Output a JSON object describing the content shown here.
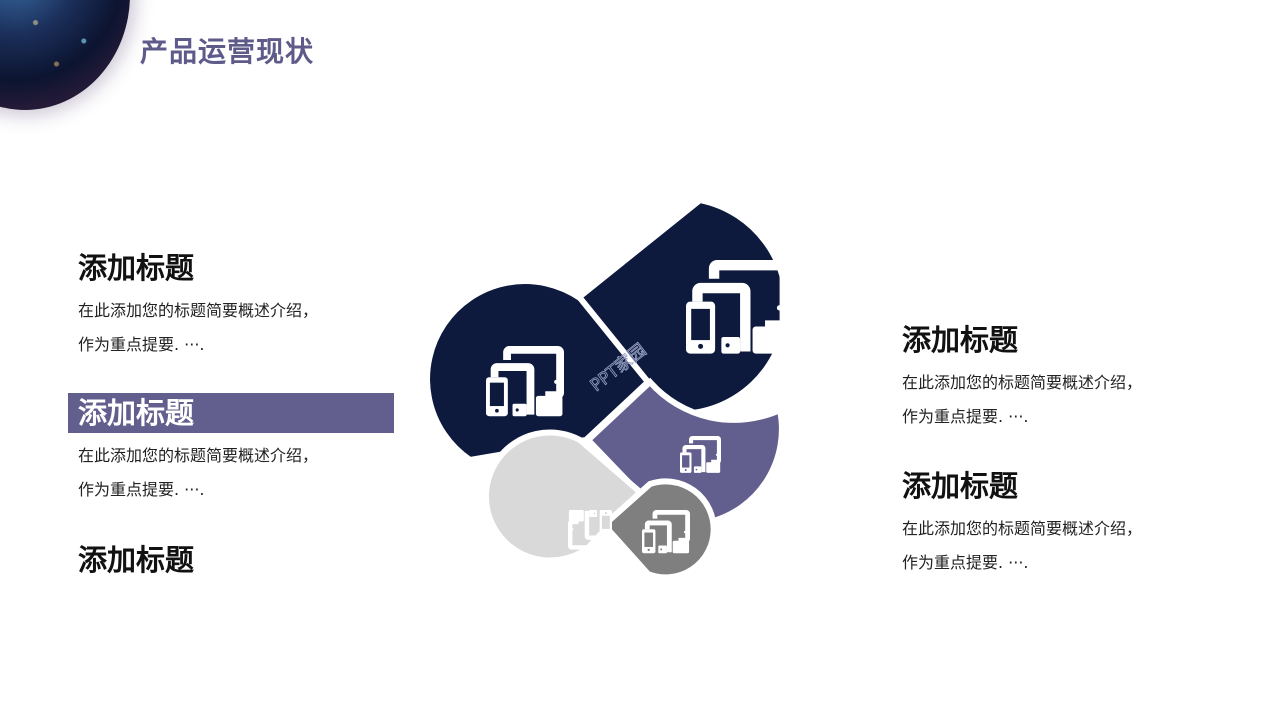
{
  "header": {
    "title": "产品运营现状"
  },
  "left_blocks": [
    {
      "title": "添加标题",
      "desc_line1": "在此添加您的标题简要概述介绍，",
      "desc_line2": "作为重点提要. ···."
    },
    {
      "title": "添加标题",
      "desc_line1": "在此添加您的标题简要概述介绍，",
      "desc_line2": "作为重点提要. ···.",
      "highlighted": true
    },
    {
      "title": "添加标题"
    }
  ],
  "right_blocks": [
    {
      "title": "添加标题",
      "desc_line1": "在此添加您的标题简要概述介绍，",
      "desc_line2": "作为重点提要. ···."
    },
    {
      "title": "添加标题",
      "desc_line1": "在此添加您的标题简要概述介绍，",
      "desc_line2": "作为重点提要. ···."
    }
  ],
  "diagram": {
    "shapes": [
      {
        "name": "large-navy-drop",
        "color": "#0d1a3e",
        "icon": "devices-icon"
      },
      {
        "name": "medium-navy-drop",
        "color": "#0d1a3e",
        "icon": "devices-icon"
      },
      {
        "name": "purple-drop",
        "color": "#625e8e",
        "icon": "devices-icon"
      },
      {
        "name": "light-gray-drop",
        "color": "#d9d9d9",
        "icon": "devices-icon"
      },
      {
        "name": "dark-gray-drop",
        "color": "#7f7f7f",
        "icon": "devices-icon"
      }
    ],
    "watermark": "PPT家园"
  },
  "colors": {
    "navy": "#0d1a3e",
    "purple": "#625e8e",
    "title": "#5e5b8a",
    "light_gray": "#d9d9d9",
    "dark_gray": "#7f7f7f"
  }
}
